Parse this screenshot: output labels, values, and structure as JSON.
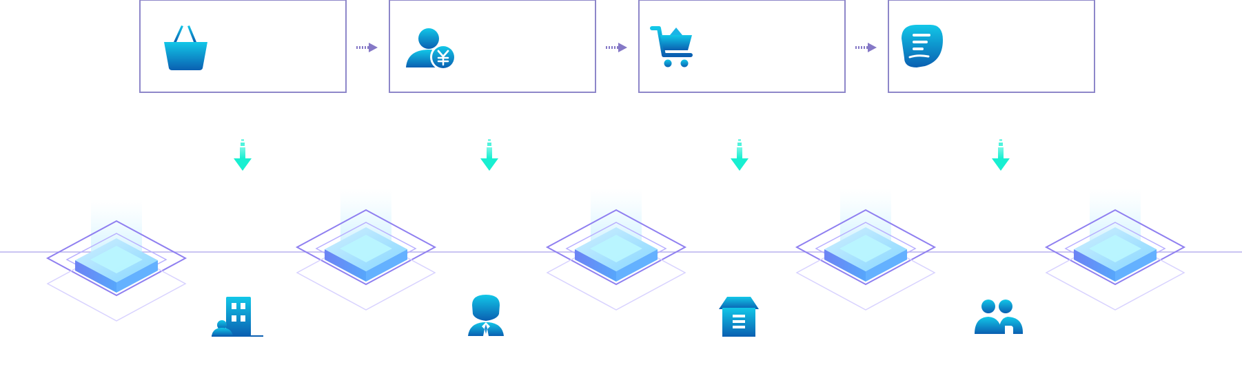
{
  "colors": {
    "box_border": "#8d86c9",
    "flow_arrow": "#8578c6",
    "down_arrow": "#19f0d2",
    "icon_gradient_start": "#12c7e8",
    "icon_gradient_end": "#0a5fb1",
    "platform_top": "#8ed9ff",
    "platform_side": "#5b8ff6",
    "platform_outline": "#8f7ff0",
    "timeline": "#b7b1ee"
  },
  "steps": [
    {
      "icon": "shopping-basket-icon"
    },
    {
      "icon": "user-yuan-icon"
    },
    {
      "icon": "shopping-cart-icon"
    },
    {
      "icon": "hand-document-icon"
    }
  ],
  "flow_arrows": [
    "arrow-right",
    "arrow-right",
    "arrow-right"
  ],
  "down_arrows": [
    "arrow-down",
    "arrow-down",
    "arrow-down",
    "arrow-down"
  ],
  "platforms": [
    "platform",
    "platform",
    "platform",
    "platform",
    "platform"
  ],
  "roles": [
    {
      "icon": "building-user-icon"
    },
    {
      "icon": "businessperson-icon"
    },
    {
      "icon": "store-icon"
    },
    {
      "icon": "group-users-icon"
    }
  ]
}
